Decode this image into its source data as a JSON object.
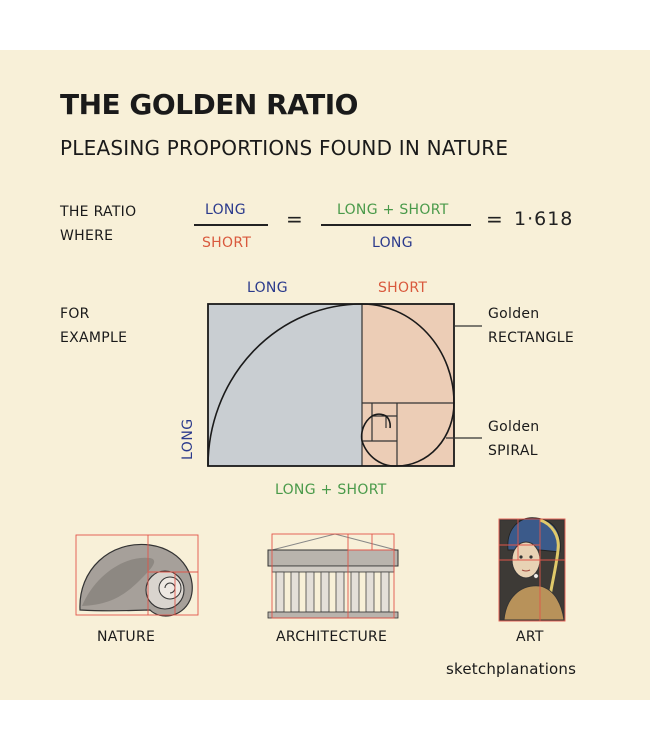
{
  "title": "THE GOLDEN RATIO",
  "subtitle": "PLEASING PROPORTIONS FOUND IN NATURE",
  "equation": {
    "lead_line1": "THE RATIO",
    "lead_line2": "WHERE",
    "frac1_num": "LONG",
    "frac1_den": "SHORT",
    "eq1": "=",
    "frac2_num": "LONG + SHORT",
    "frac2_den": "LONG",
    "eq2": "=",
    "value": "1·618"
  },
  "example": {
    "label_line1": "FOR",
    "label_line2": "EXAMPLE",
    "top_long": "LONG",
    "top_short": "SHORT",
    "side_long": "LONG",
    "bottom": "LONG + SHORT",
    "callout_rect_1": "Golden",
    "callout_rect_2": "RECTANGLE",
    "callout_spiral_1": "Golden",
    "callout_spiral_2": "SPIRAL"
  },
  "examples": [
    {
      "label": "NATURE"
    },
    {
      "label": "ARCHITECTURE"
    },
    {
      "label": "ART"
    }
  ],
  "brand": "sketchplanations",
  "colors": {
    "background": "#f8f0d8",
    "long_fill": "#c9ced2",
    "short_fill": "#eccdb6",
    "blue": "#2b3a8c",
    "red": "#d9593d",
    "green": "#4a9a4a",
    "guide_red": "#e0564a"
  }
}
